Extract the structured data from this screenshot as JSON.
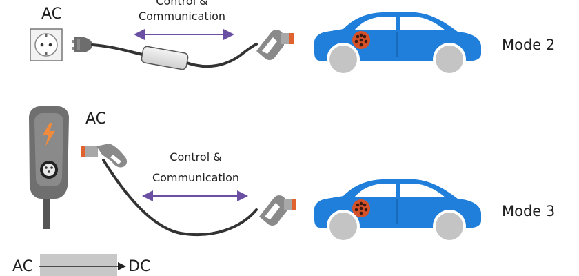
{
  "row1": {
    "source_label": "AC",
    "comm_line1": "Control &",
    "comm_line2": "Communication",
    "mode_label": "Mode 2"
  },
  "row2": {
    "source_label": "AC",
    "comm_line1": "Control &",
    "comm_line2": "Communication",
    "mode_label": "Mode 3"
  },
  "row3": {
    "input_label": "AC",
    "output_label": "DC"
  },
  "colors": {
    "car_body": "#1f7fdb",
    "wheel": "#c4c4c4",
    "socket": "#d4512a",
    "arrow": "#6a4fa3",
    "cable": "#333333",
    "plug_accent": "#e0622e",
    "charger_body": "#6f6f6f",
    "bolt": "#f08a3c"
  }
}
